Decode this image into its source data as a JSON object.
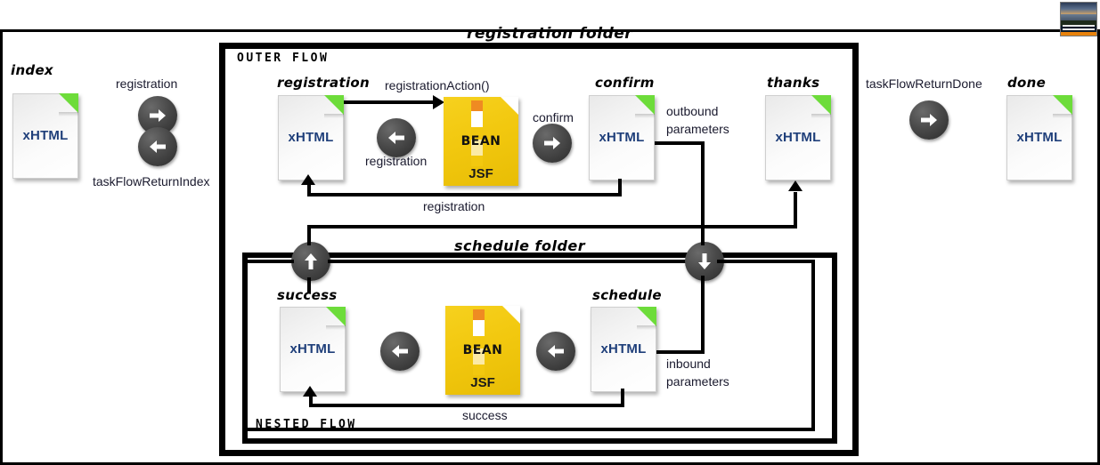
{
  "diagram": {
    "outer_frame_label": "",
    "folders": [
      {
        "id": "registration",
        "title": "registration folder",
        "flow_tag": "OUTER FLOW"
      },
      {
        "id": "schedule",
        "title": "schedule folder",
        "flow_tag": "NESTED FLOW"
      }
    ],
    "nodes": [
      {
        "id": "index",
        "title": "index",
        "type": "xhtml",
        "caption": "xHTML"
      },
      {
        "id": "registration",
        "title": "registration",
        "type": "xhtml",
        "caption": "xHTML"
      },
      {
        "id": "regbean",
        "title": "",
        "type": "bean",
        "caption": "BEAN",
        "sub": "JSF"
      },
      {
        "id": "confirm",
        "title": "confirm",
        "type": "xhtml",
        "caption": "xHTML"
      },
      {
        "id": "thanks",
        "title": "thanks",
        "type": "xhtml",
        "caption": "xHTML"
      },
      {
        "id": "done",
        "title": "done",
        "type": "xhtml",
        "caption": "xHTML"
      },
      {
        "id": "success",
        "title": "success",
        "type": "xhtml",
        "caption": "xHTML"
      },
      {
        "id": "schedbean",
        "title": "",
        "type": "bean",
        "caption": "BEAN",
        "sub": "JSF"
      },
      {
        "id": "schedule",
        "title": "schedule",
        "type": "xhtml",
        "caption": "xHTML"
      }
    ],
    "edge_labels": {
      "index_to_reg": "registration",
      "reg_to_index": "taskFlowReturnIndex",
      "reg_action": "registrationAction()",
      "bean_to_reg": "registration",
      "bean_to_confirm": "confirm",
      "confirm_to_reg": "registration",
      "outbound": "outbound\nparameters",
      "outbound_line1": "outbound",
      "outbound_line2": "parameters",
      "inbound_line1": "inbound",
      "inbound_line2": "parameters",
      "success_return": "success",
      "taskflow_return_done": "taskFlowReturnDone"
    },
    "icons": {
      "arrow_right": "arrow-right-icon",
      "arrow_left": "arrow-left-icon",
      "arrow_up": "arrow-up-icon",
      "arrow_down": "arrow-down-icon"
    },
    "thumbnail": {
      "alt": "book-cover-thumbnail"
    },
    "colors": {
      "bean_yellow": "#f2c80f",
      "page_fold_green": "#6ddc3a",
      "caption_blue": "#1f3f7a",
      "badge_dark": "#2b2b2b",
      "line_black": "#000000",
      "accent_orange": "#ef8b22"
    }
  }
}
